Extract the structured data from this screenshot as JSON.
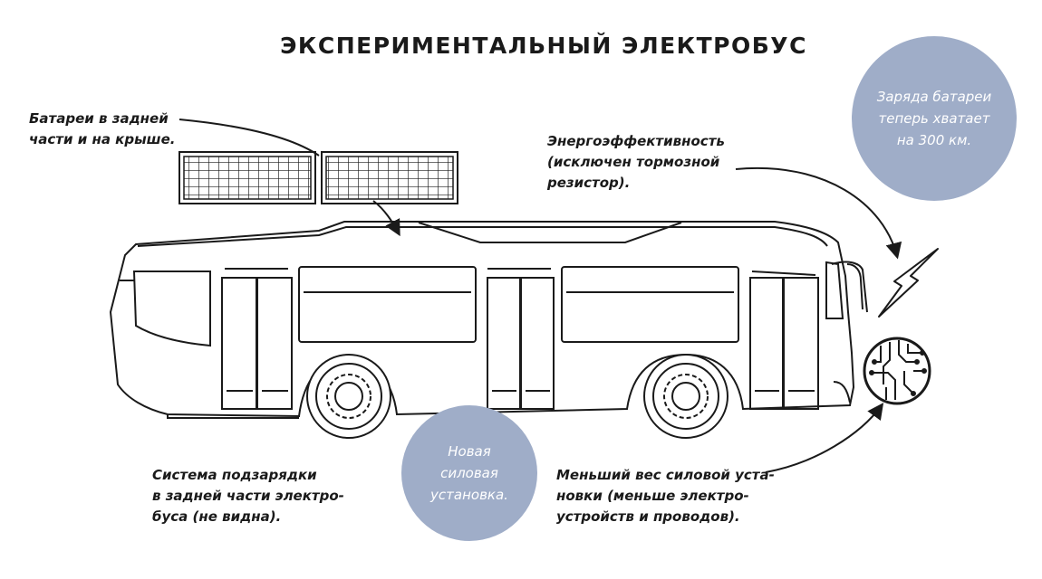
{
  "title": "ЭКСПЕРИМЕНТАЛЬНЫЙ ЭЛЕКТРОБУС",
  "captions": {
    "batteries": [
      "Батареи в задней",
      "части и на крыше."
    ],
    "efficiency": [
      "Энергоэффективность",
      "(исключен тормозной",
      "резистор)."
    ],
    "charging": [
      "Система подзарядки",
      "в задней части электро-",
      "буса (не видна)."
    ],
    "weight": [
      "Меньший вес силовой уста-",
      "новки (меньше электро-",
      "устройств и проводов)."
    ]
  },
  "bubbles": {
    "range": [
      "Заряда батареи",
      "теперь хватает",
      "на 300 км."
    ],
    "powertrain": [
      "Новая",
      "силовая",
      "установка."
    ]
  },
  "colors": {
    "bubble_fill": "#9fadc8",
    "line": "#1a1a1a",
    "background": "#ffffff"
  },
  "icons": [
    "battery-pack-icon",
    "lightning-bolt-icon",
    "circuit-chip-icon"
  ]
}
